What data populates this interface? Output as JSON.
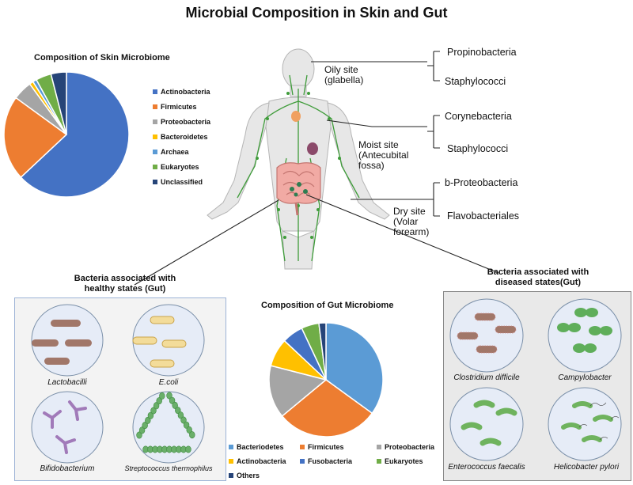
{
  "title": "Microbial Composition in Skin and Gut",
  "colors": {
    "actinobacteria": "#4472C4",
    "firmicutes": "#ED7D31",
    "proteobacteria": "#A5A5A5",
    "bacteroidetes_skin": "#FFC000",
    "archaea": "#5B9BD5",
    "eukaryotes": "#70AD47",
    "unclassified": "#264478",
    "bacteroidetes_gut": "#5B9BD5",
    "fusobacteria": "#4472C4",
    "others": "#264478"
  },
  "chart_data": [
    {
      "type": "pie",
      "title": "Composition of Skin Microbiome",
      "categories": [
        "Actinobacteria",
        "Firmicutes",
        "Proteobacteria",
        "Bacteroidetes",
        "Archaea",
        "Eukaryotes",
        "Unclassified"
      ],
      "values": [
        63,
        22,
        5,
        1,
        1,
        4,
        4
      ],
      "legend": "right"
    },
    {
      "type": "pie",
      "title": "Composition of Gut Microbiome",
      "categories": [
        "Bacteriodetes",
        "Firmicutes",
        "Proteobacteria",
        "Actinobacteria",
        "Fusobacteria",
        "Eukaryotes",
        "Others"
      ],
      "values": [
        35,
        29,
        15,
        8,
        6,
        5,
        2
      ],
      "legend": "bottom"
    }
  ],
  "skin_sites": [
    {
      "site": "Oily site (glabella)",
      "line1": "Oily site",
      "line2": "(glabella)",
      "line3": "",
      "bacteria": [
        "Propinobacteria",
        "Staphylococci"
      ]
    },
    {
      "site": "Moist site (Antecubital fossa)",
      "line1": "Moist site",
      "line2": "(Antecubital",
      "line3": "fossa)",
      "bacteria": [
        "Corynebacteria",
        "Staphylococci"
      ]
    },
    {
      "site": "Dry site (Volar forearm)",
      "line1": "Dry site",
      "line2": "(Volar",
      "line3": "forearm)",
      "bacteria": [
        "b-Proteobacteria",
        "Flavobacteriales"
      ]
    }
  ],
  "healthy": {
    "heading_line1": "Bacteria associated with",
    "heading_line2": "healthy states (Gut)",
    "items": [
      "Lactobacilli",
      "E.coli",
      "Bifidobacterium",
      "Streptococcus thermophilus"
    ]
  },
  "diseased": {
    "heading_line1": "Bacteria associated with",
    "heading_line2": "diseased states(Gut)",
    "items": [
      "Clostridium difficile",
      "Campylobacter",
      "Enterococcus faecalis",
      "Helicobacter pylori"
    ]
  }
}
